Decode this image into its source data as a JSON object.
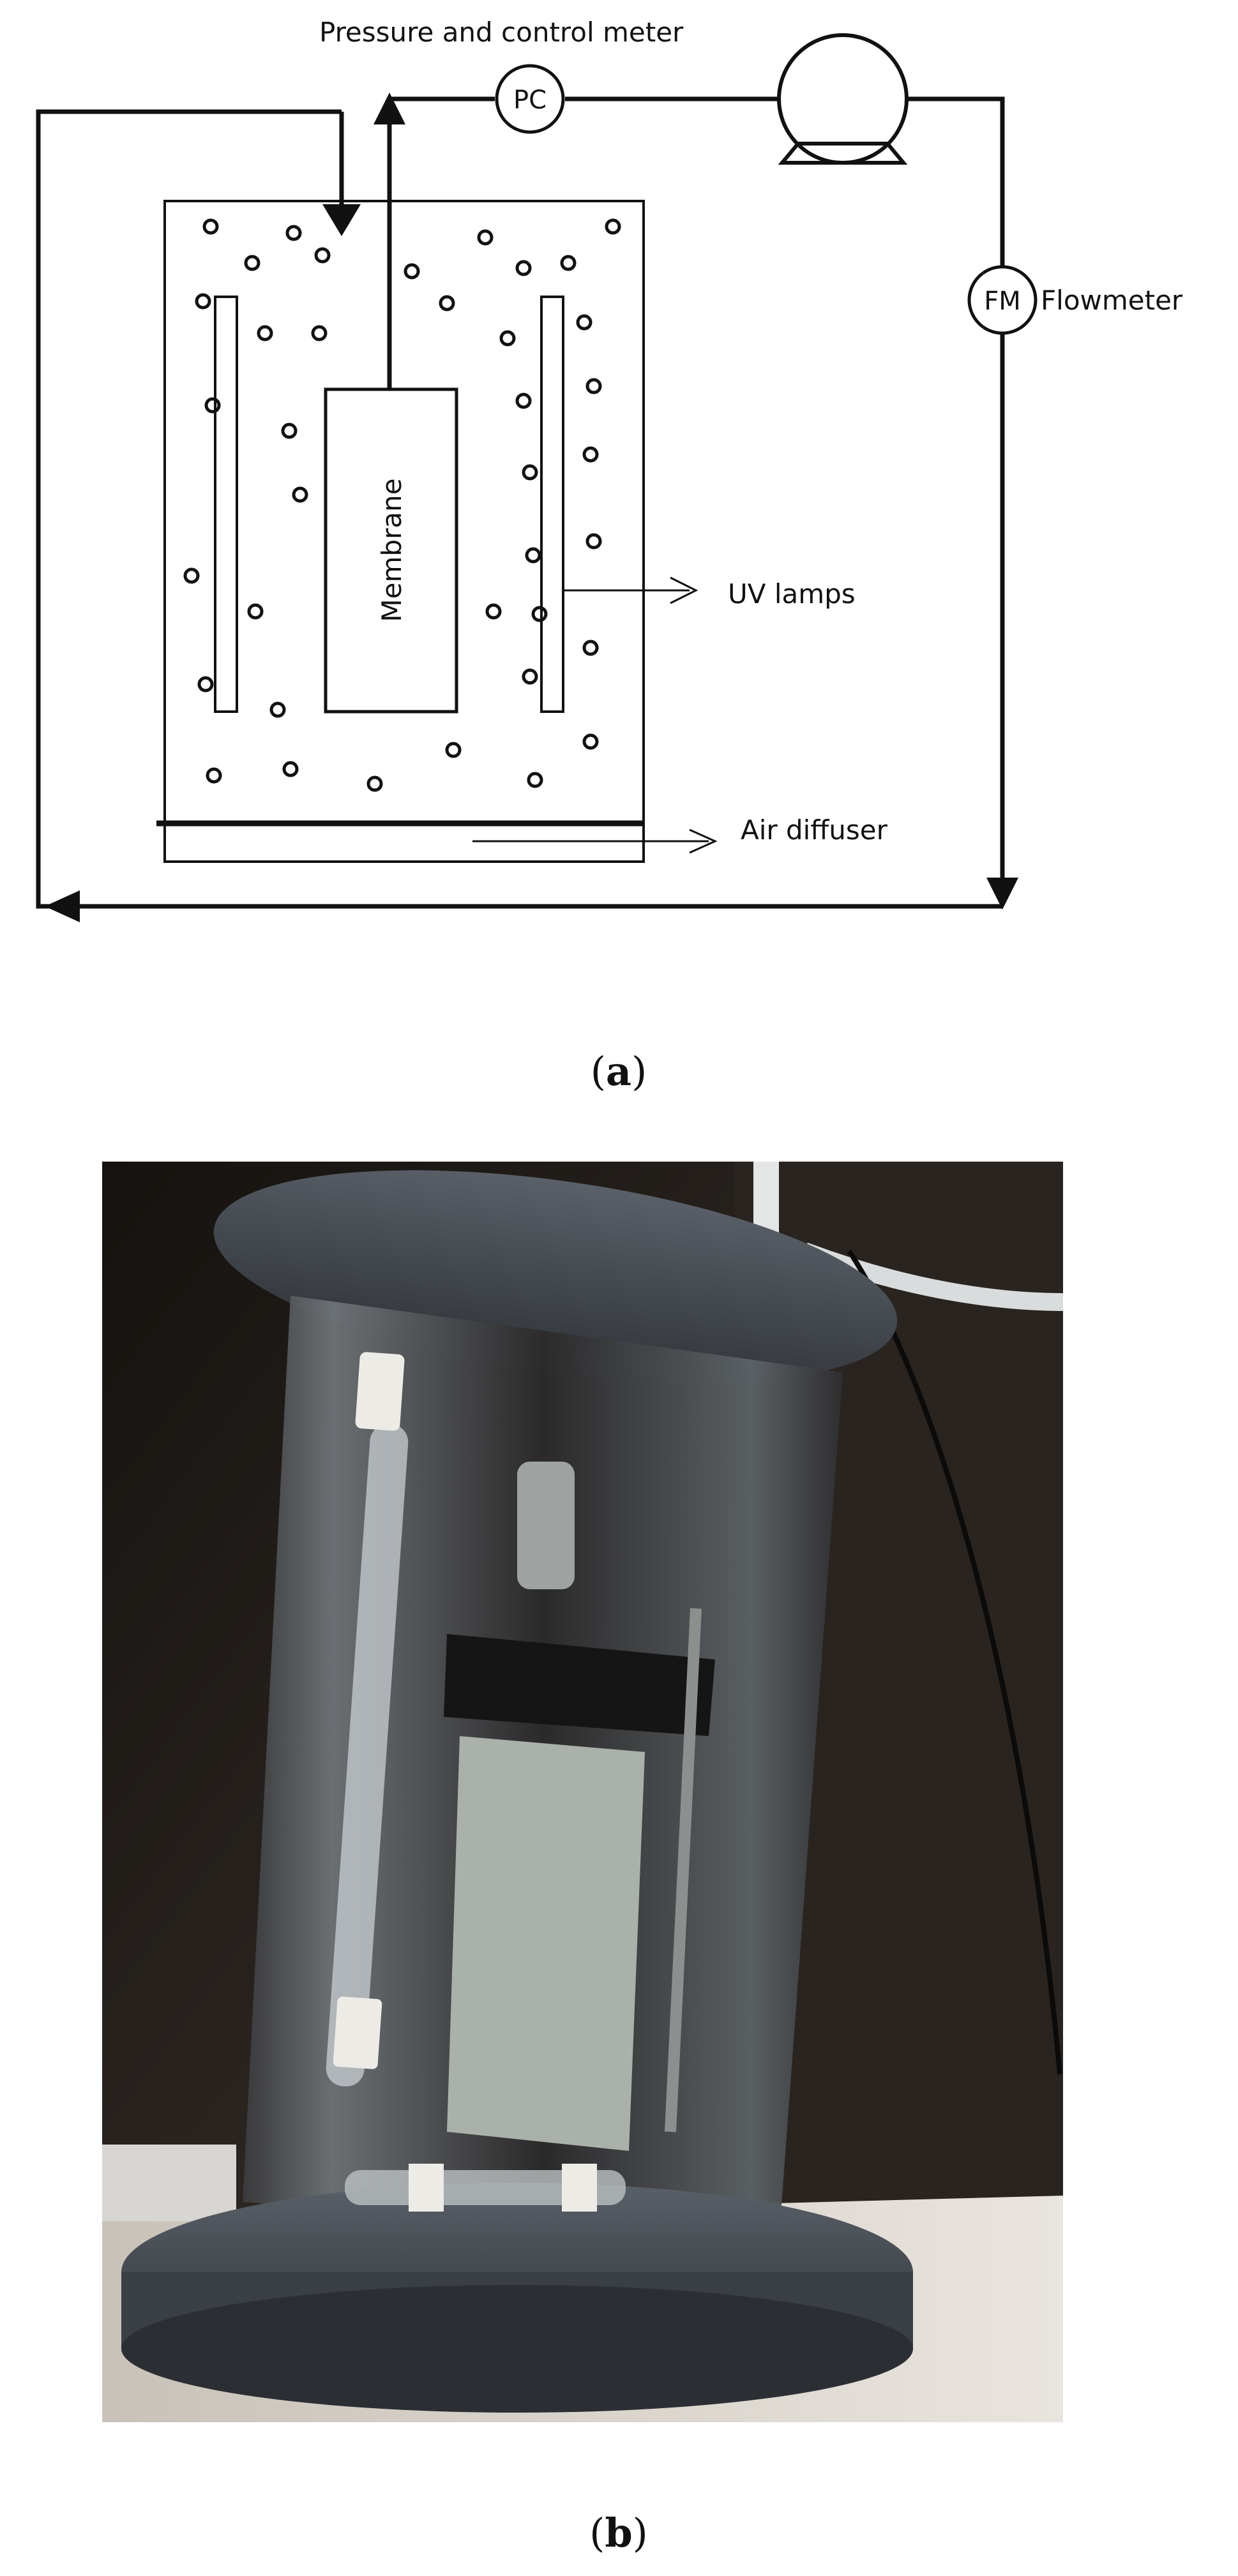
{
  "figure_a": {
    "title_label": "Pressure and control meter",
    "pc_label": "PC",
    "fm_label": "FM",
    "flowmeter_label": "Flowmeter",
    "membrane_label": "Membrane",
    "uv_lamps_label": "UV lamps",
    "air_diffuser_label": "Air diffuser",
    "caption_open": "(",
    "caption_letter": "a",
    "caption_close": ")"
  },
  "figure_b": {
    "photo_subject": "photocatalytic-membrane-reactor-photo",
    "caption_open": "(",
    "caption_letter": "b",
    "caption_close": ")"
  },
  "colors": {
    "line": "#111111",
    "photo_background": "#241f1c",
    "reactor_base": "#4a5058",
    "membrane_panel": "#aab1aa"
  }
}
